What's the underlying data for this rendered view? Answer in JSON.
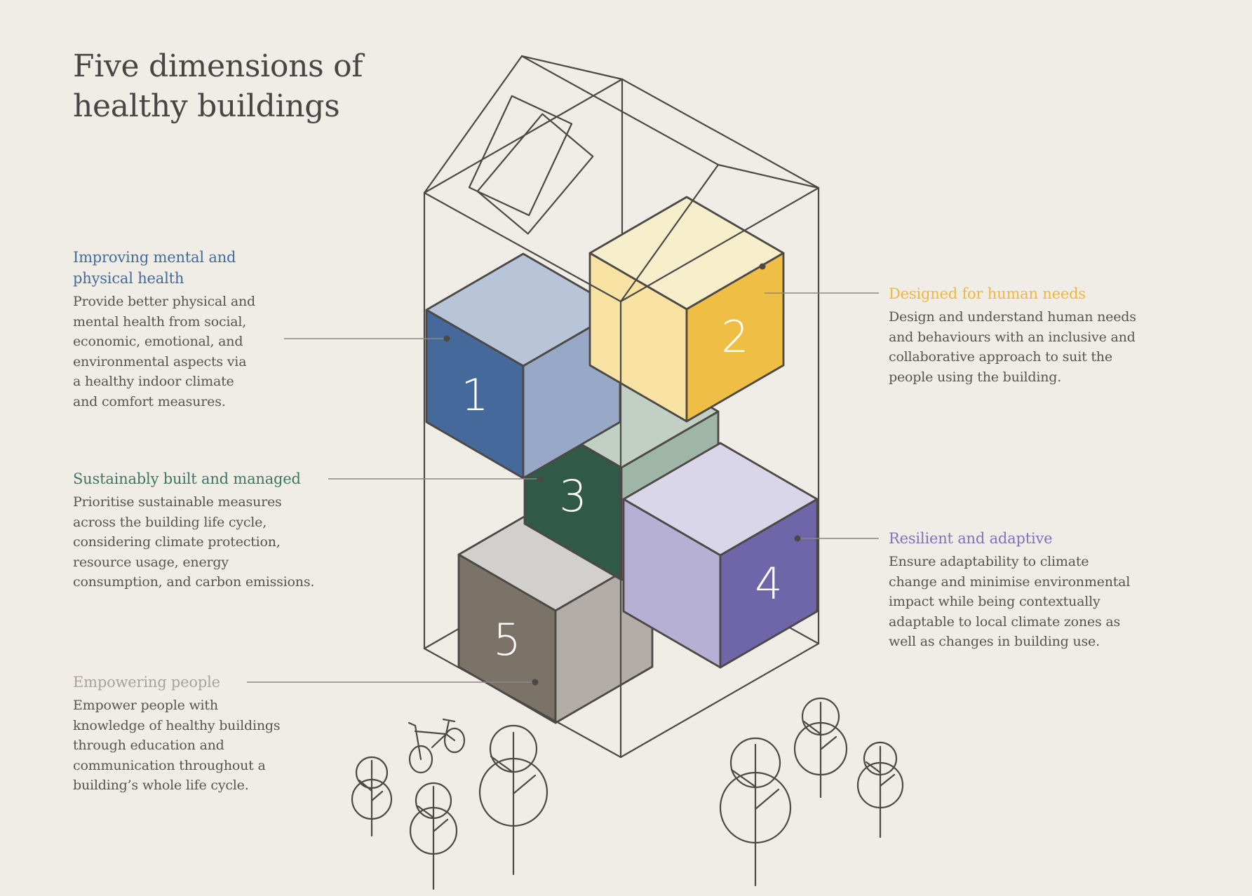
{
  "title": "Five dimensions of\nhealthy buildings",
  "colors": {
    "background": "#f0ede6",
    "ink": "#4b4845",
    "title_text": "#474645",
    "body_text": "#57544e",
    "connector": "#8b8780",
    "health_accent": "#44699e",
    "design_accent": "#efb73d",
    "sustain_accent": "#3f7566",
    "resilient_accent": "#7b74bb",
    "empower_accent": "#a9a299",
    "cube1": {
      "top": "#b8c5d9",
      "left": "#46699c",
      "right": "#97a9c6"
    },
    "cube2": {
      "top": "#f7eecb",
      "left": "#f8e2a4",
      "right": "#efbf45"
    },
    "cube3": {
      "top": "#c2cfc4",
      "left": "#315948",
      "right": "#9fb5a8"
    },
    "cube4": {
      "top": "#d9d6e9",
      "left": "#b6b1d4",
      "right": "#6e66a9"
    },
    "cube5": {
      "top": "#d2d0cc",
      "left": "#7b7268",
      "right": "#b3ada7"
    }
  },
  "blocks": {
    "health": {
      "number": "1",
      "heading": "Improving mental and\nphysical health",
      "body": "Provide better physical and\nmental health from social,\neconomic, emotional, and\nenvironmental aspects via\na healthy indoor climate\nand comfort measures."
    },
    "design": {
      "number": "2",
      "heading": "Designed for human needs",
      "body": "Design and understand human needs\nand behaviours with an inclusive and\ncollaborative approach to suit the\npeople using the building."
    },
    "sustain": {
      "number": "3",
      "heading": "Sustainably built and managed",
      "body": "Prioritise sustainable measures\nacross the building life cycle,\nconsidering climate protection,\nresource usage, energy\nconsumption, and carbon emissions."
    },
    "resilient": {
      "number": "4",
      "heading": "Resilient and adaptive",
      "body": "Ensure adaptability to climate\nchange and minimise environmental\nimpact while being contextually\nadaptable to local climate zones as\nwell as changes in building use."
    },
    "empower": {
      "number": "5",
      "heading": "Empowering people",
      "body": "Empower people with\nknowledge of healthy buildings\nthrough education and\ncommunication throughout a\nbuilding’s whole life cycle."
    }
  }
}
